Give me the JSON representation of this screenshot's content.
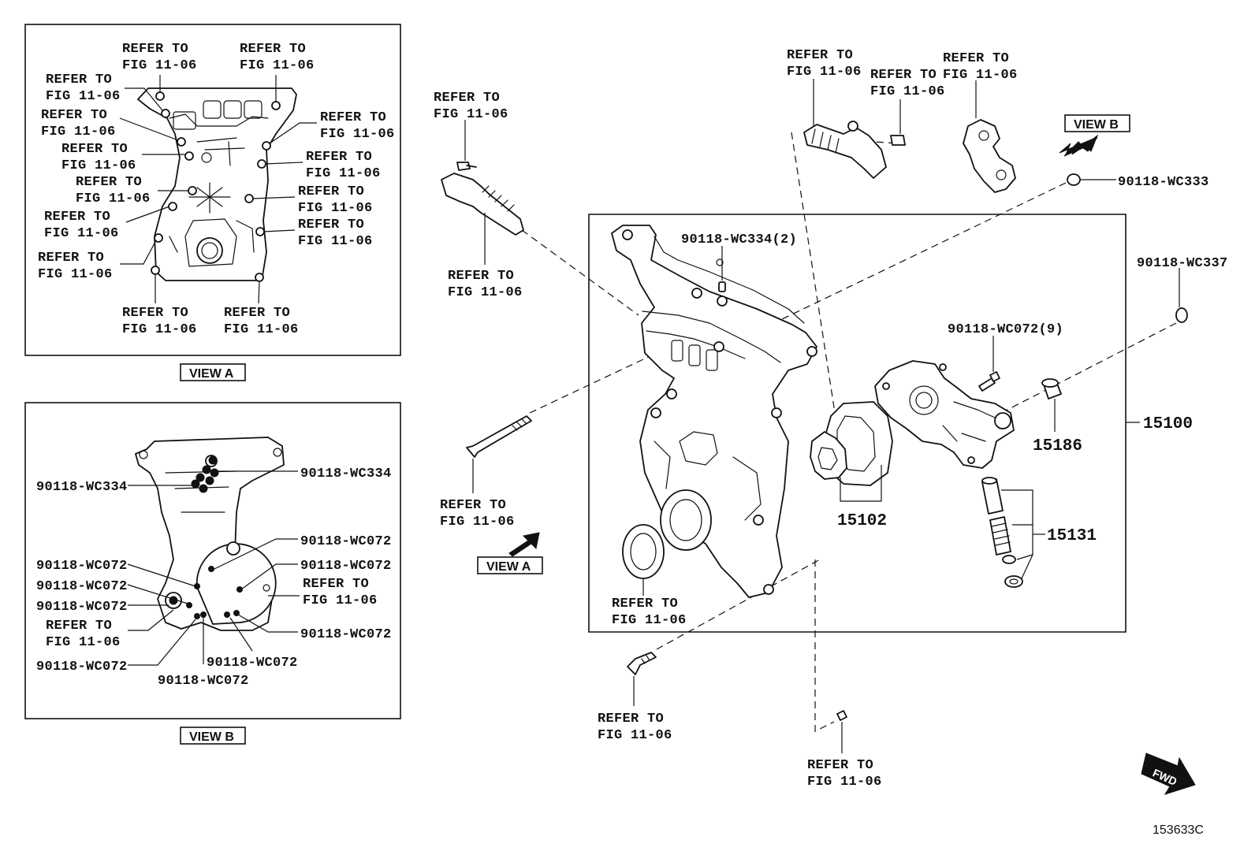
{
  "view_a": {
    "caption": "VIEW A",
    "refs": [
      "REFER TO",
      "FIG 11-06",
      "REFER TO",
      "FIG 11-06",
      "REFER TO",
      "FIG 11-06",
      "REFER TO",
      "FIG 11-06",
      "REFER TO",
      "FIG 11-06",
      "REFER TO",
      "FIG 11-06",
      "REFER TO",
      "FIG 11-06",
      "REFER TO",
      "FIG 11-06",
      "REFER TO",
      "FIG 11-06",
      "REFER TO",
      "FIG 11-06",
      "REFER TO",
      "FIG 11-06",
      "REFER TO",
      "FIG 11-06",
      "REFER TO",
      "FIG 11-06",
      "REFER TO",
      "FIG 11-06"
    ]
  },
  "view_b": {
    "caption": "VIEW B",
    "labels": [
      "90118-WC334",
      "90118-WC334",
      "90118-WC072",
      "90118-WC072",
      "90118-WC072",
      "90118-WC072",
      "90118-WC072",
      "90118-WC072",
      "90118-WC072",
      "90118-WC072",
      "90118-WC072",
      "REFER TO",
      "FIG 11-06",
      "REFER TO",
      "FIG 11-06"
    ]
  },
  "main": {
    "view_a_arrow_label": "VIEW A",
    "view_b_arrow_label": "VIEW B",
    "refer_to": "REFER TO",
    "fig": "FIG 11-06",
    "parts": {
      "p15100": "15100",
      "p15102": "15102",
      "p15131": "15131",
      "p15186": "15186",
      "wc333": "90118-WC333",
      "wc337": "90118-WC337",
      "wc334_2": "90118-WC334(2)",
      "wc072_9": "90118-WC072(9)"
    },
    "fwd_label": "FWD",
    "figure_number": "153633C"
  }
}
